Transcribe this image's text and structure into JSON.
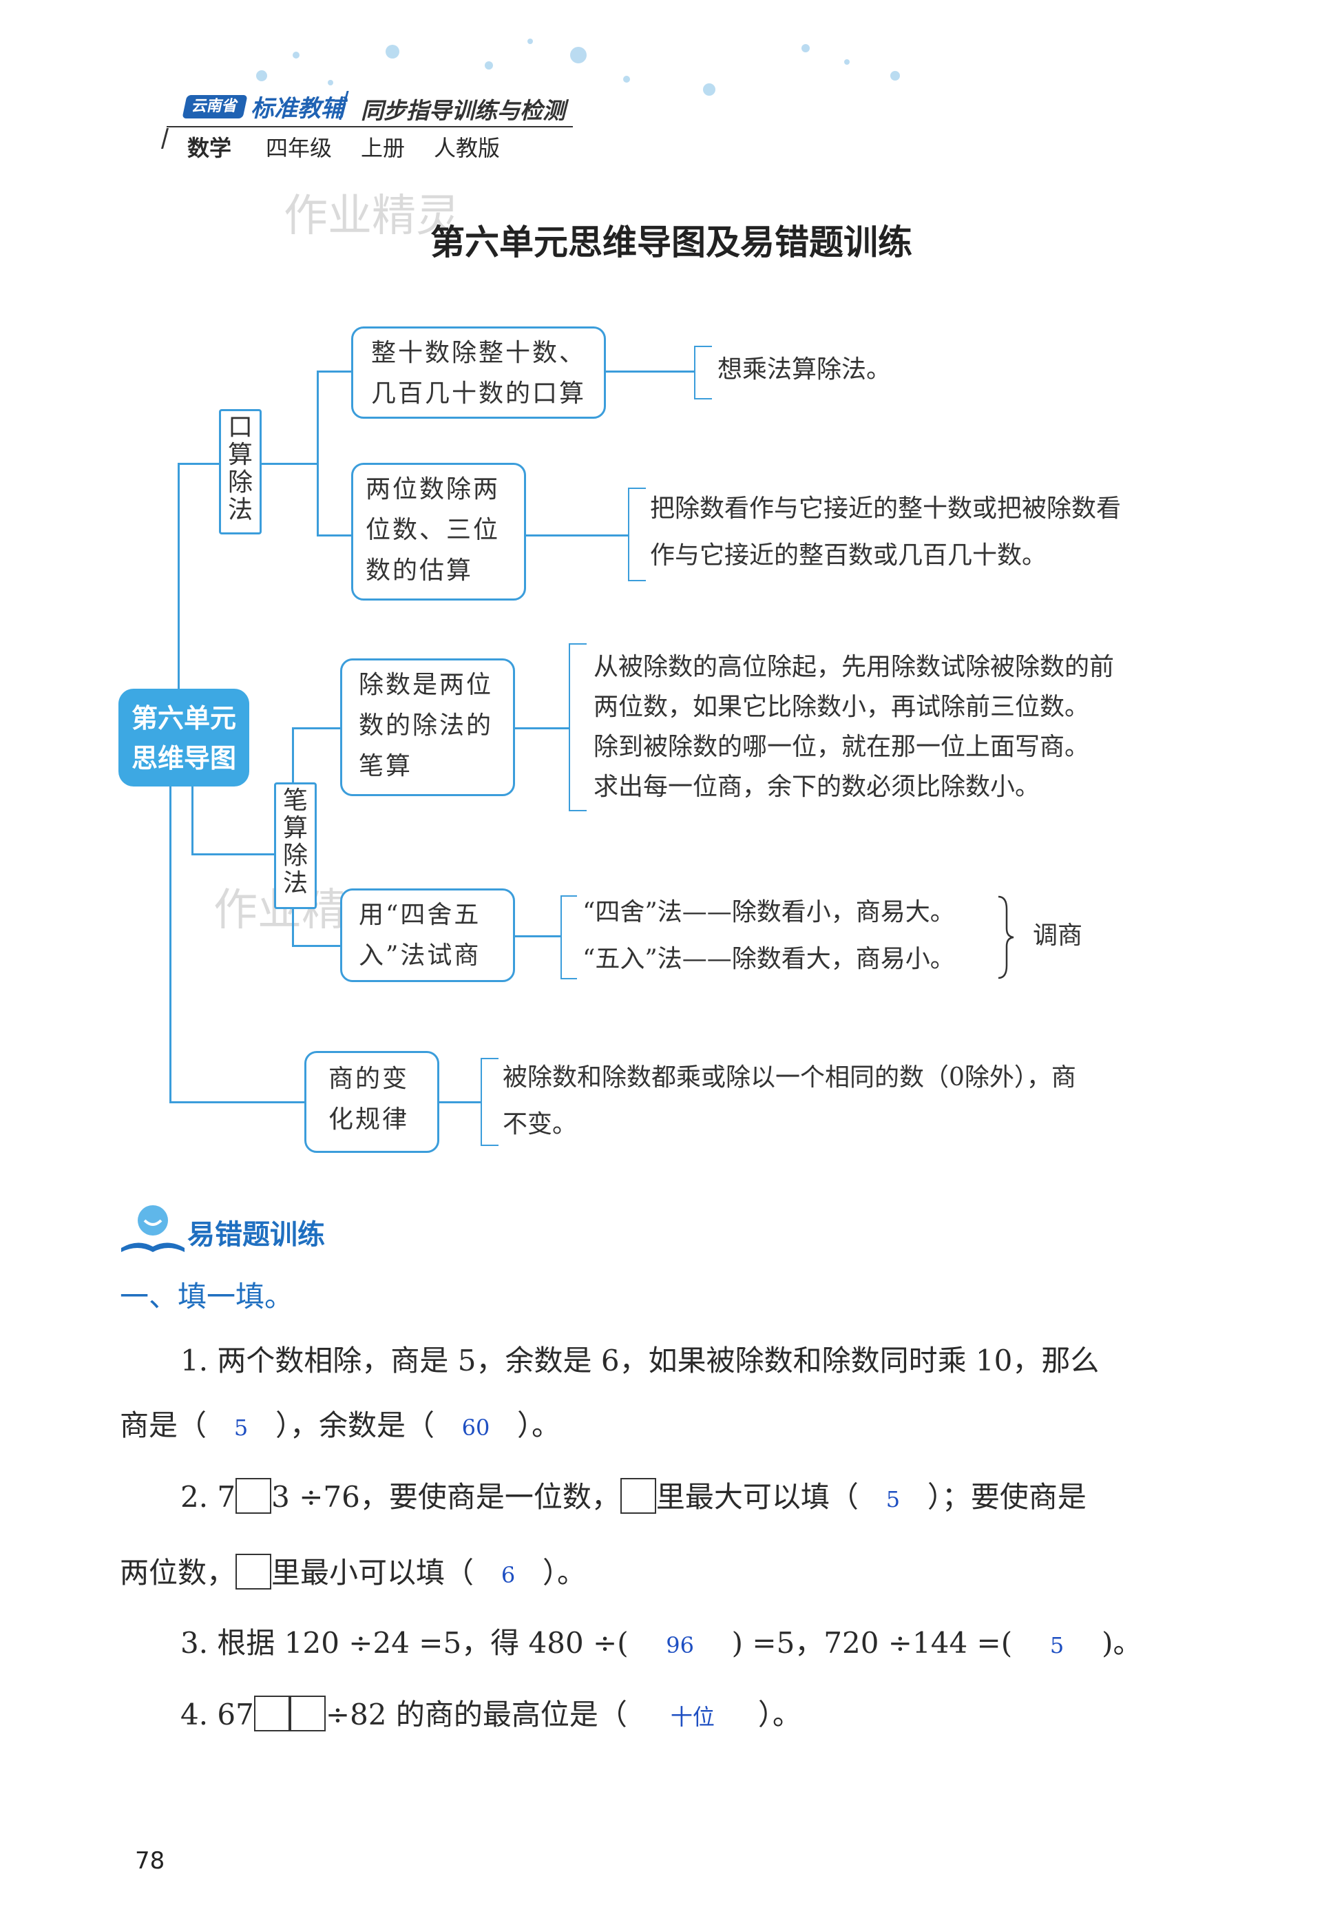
{
  "header": {
    "brand_badge": "云南省",
    "brand_name": "标准教辅",
    "series": "同步指导训练与检测",
    "subject": "数学",
    "grade": "四年级",
    "volume": "上册",
    "edition": "人教版",
    "watermark": "作业精灵"
  },
  "title": "第六单元思维导图及易错题训练",
  "mindmap": {
    "center": [
      "第六单元",
      "思维导图"
    ],
    "oral": {
      "label": [
        "口",
        "算",
        "除",
        "法"
      ],
      "items": [
        {
          "box": [
            "整十数除整十数、",
            "几百几十数的口算"
          ],
          "desc": [
            "想乘法算除法。"
          ]
        },
        {
          "box": [
            "两位数除两",
            "位数、三位",
            "数的估算"
          ],
          "desc": [
            "把除数看作与它接近的整十数或把被除数看",
            "作与它接近的整百数或几百几十数。"
          ]
        }
      ]
    },
    "written": {
      "label": [
        "笔",
        "算",
        "除",
        "法"
      ],
      "items": [
        {
          "box": [
            "除数是两位",
            "数的除法的",
            "笔算"
          ],
          "desc": [
            "从被除数的高位除起，先用除数试除被除数的前",
            "两位数，如果它比除数小，再试除前三位数。",
            "除到被除数的哪一位，就在那一位上面写商。",
            "求出每一位商，余下的数必须比除数小。"
          ]
        },
        {
          "box": [
            "用“四舍五",
            "入”法试商"
          ],
          "desc": [
            "“四舍”法——除数看小，商易大。",
            "“五入”法——除数看大，商易小。"
          ],
          "side": "调商"
        }
      ]
    },
    "invariance": {
      "box": [
        "商的变",
        "化规律"
      ],
      "desc": [
        "被除数和除数都乘或除以一个相同的数（0除外），商",
        "不变。"
      ]
    }
  },
  "section": {
    "title": "易错题训练",
    "part": "一、填一填。"
  },
  "questions": {
    "q1": {
      "line1": "1. 两个数相除，商是 5，余数是 6，如果被除数和除数同时乘 10，那么",
      "line2_a": "商是（",
      "ans1": "5",
      "line2_b": "），余数是（",
      "ans2": "60",
      "line2_c": "）。"
    },
    "q2": {
      "a": "2. 7",
      "b": "3 ÷76，要使商是一位数，",
      "c": "里最大可以填（",
      "ans1": "5",
      "d": "）；要使商是",
      "e": "两位数，",
      "f": "里最小可以填（",
      "ans2": "6",
      "g": "）。"
    },
    "q3": {
      "a": "3. 根据 120 ÷24 =5，得 480 ÷(",
      "ans1": "96",
      "b": ") =5，720 ÷144 =(",
      "ans2": "5",
      "c": ")。"
    },
    "q4": {
      "a": "4. 67",
      "b": "÷82 的商的最高位是（",
      "ans1": "十位",
      "c": "）。"
    }
  },
  "page_number": "78"
}
